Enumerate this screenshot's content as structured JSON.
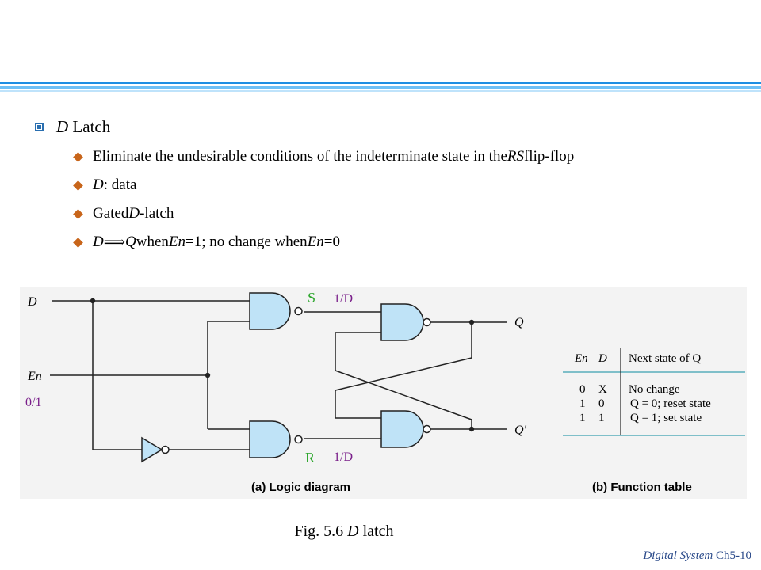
{
  "title": {
    "italic": "D",
    "rest": " Latch"
  },
  "bullets": [
    {
      "pre": "Eliminate the undesirable conditions of the indeterminate state in the ",
      "it": "RS",
      "post": " flip-flop"
    },
    {
      "it1": "D",
      "rest": ": data"
    },
    {
      "pre": "Gated ",
      "it": "D",
      "post": "-latch"
    },
    {
      "it1": "D",
      "arrow": " ⟹",
      "it2": "Q",
      "mid": " when ",
      "it3": "En",
      "mid2": "=1; no change when ",
      "it4": "En",
      "end": "=0"
    }
  ],
  "diagram": {
    "labels": {
      "d": "D",
      "en": "En",
      "q": "Q",
      "qbar": "Q'",
      "s": "S",
      "r": "R",
      "s_val": "1/D'",
      "r_val": "1/D",
      "en_val": "0/1"
    },
    "captions": {
      "a": "(a) Logic diagram",
      "b": "(b) Function table"
    },
    "function_table": {
      "headers": {
        "en": "En",
        "d": "D",
        "next": "Next state of Q"
      },
      "rows": [
        {
          "en": "0",
          "d": "X",
          "next": "No change"
        },
        {
          "en": "1",
          "d": "0",
          "next": "Q = 0; reset state"
        },
        {
          "en": "1",
          "d": "1",
          "next": "Q = 1; set state"
        }
      ]
    },
    "colors": {
      "gate_fill": "#bfe3f7",
      "sr_label": "#2aa52a",
      "value_label": "#7a1f8a"
    }
  },
  "caption": {
    "pre": "Fig. 5.6 ",
    "it": "D",
    "post": " latch"
  },
  "footer": {
    "it": "Digital System",
    "rest": " Ch5-10"
  }
}
